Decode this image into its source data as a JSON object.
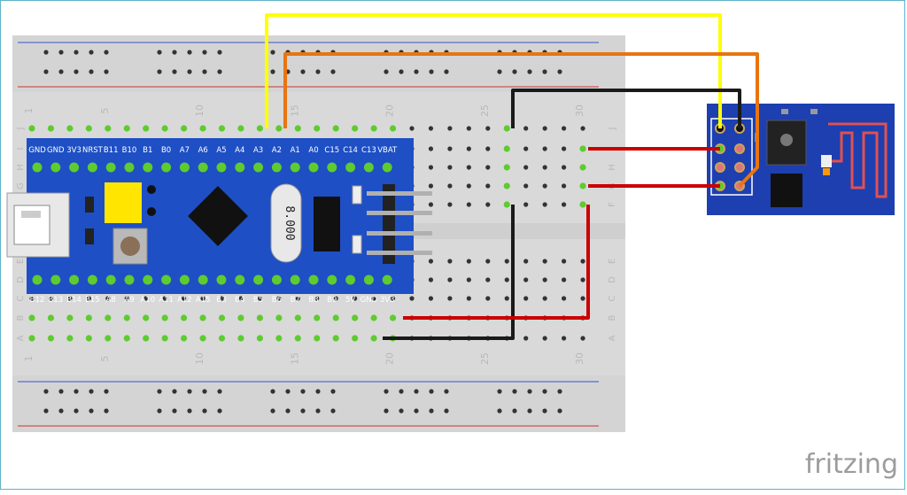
{
  "mcu": {
    "top_pins": [
      "GND",
      "GND",
      "3V3",
      "NRST",
      "B11",
      "B10",
      "B1",
      "B0",
      "A7",
      "A6",
      "A5",
      "A4",
      "A3",
      "A2",
      "A1",
      "A0",
      "C15",
      "C14",
      "C13",
      "VBAT"
    ],
    "bottom_pins": [
      "B12",
      "B13",
      "B14",
      "B15",
      "A8",
      "A9",
      "A10",
      "A11",
      "A12",
      "A15",
      "B3",
      "B4",
      "B5",
      "B6",
      "B7",
      "B8",
      "B9",
      "5V",
      "GND",
      "3V3"
    ],
    "crystal_label": "8.000"
  },
  "breadboard": {
    "column_numbers": [
      "1",
      "5",
      "10",
      "15",
      "20",
      "25",
      "30"
    ],
    "row_letters_top": [
      "J",
      "I",
      "H",
      "G",
      "F"
    ],
    "row_letters_bottom": [
      "E",
      "D",
      "C",
      "B",
      "A"
    ]
  },
  "brand": {
    "text": "fritzing"
  },
  "colors": {
    "breadboard": "#d9d9d9",
    "board": "#1e4fc4",
    "esp_board": "#1d3fb0",
    "wire_yellow": "#ffff00",
    "wire_orange": "#e87511",
    "wire_black": "#1a1a1a",
    "wire_red": "#cc0000",
    "hole_green": "#5ecb2e"
  }
}
